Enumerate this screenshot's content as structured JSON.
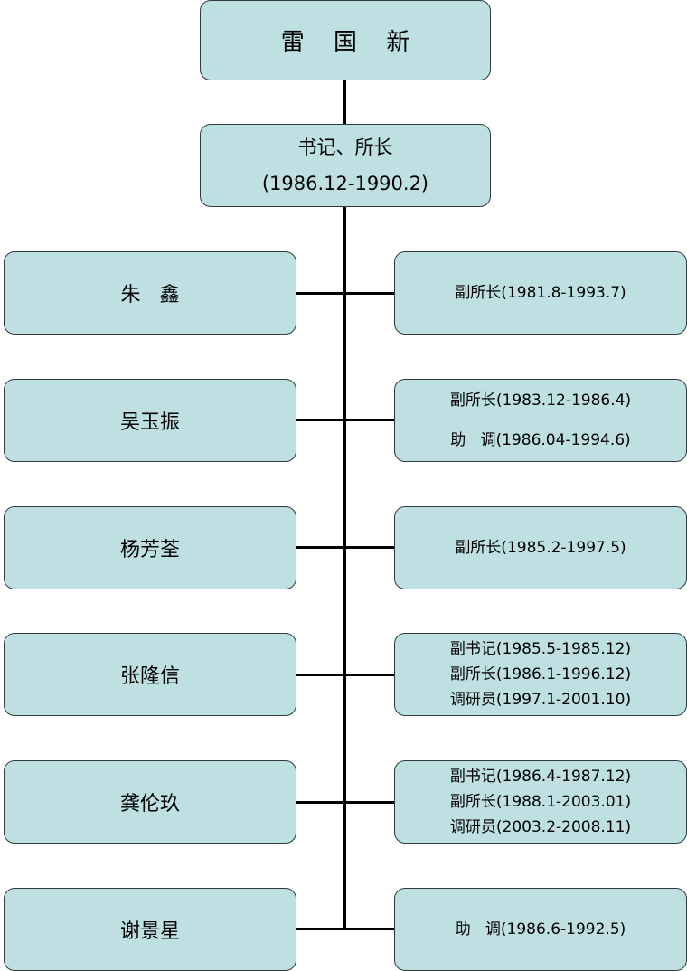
{
  "root": {
    "name": "雷 国 新",
    "titles": [
      "书记、所长",
      "(1986.12-1990.2)"
    ]
  },
  "members": [
    {
      "name": "朱   鑫",
      "roles": [
        "副所长(1981.8-1993.7)"
      ]
    },
    {
      "name": "吴玉振",
      "roles": [
        "副所长(1983.12-1986.4)",
        "助   调(1986.04-1994.6)"
      ]
    },
    {
      "name": "杨芳荃",
      "roles": [
        "副所长(1985.2-1997.5)"
      ]
    },
    {
      "name": "张隆信",
      "roles": [
        "副书记(1985.5-1985.12)",
        "副所长(1986.1-1996.12)",
        "调研员(1997.1-2001.10)"
      ]
    },
    {
      "name": "龚伦玖",
      "roles": [
        "副书记(1986.4-1987.12)",
        "副所长(1988.1-2003.01)",
        "调研员(2003.2-2008.11)"
      ]
    },
    {
      "name": "谢景星",
      "roles": [
        "助   调(1986.6-1992.5)"
      ]
    }
  ],
  "colors": {
    "box_fill": "#bfe0e2",
    "box_border": "#2f3a3c",
    "connector": "#000000"
  }
}
